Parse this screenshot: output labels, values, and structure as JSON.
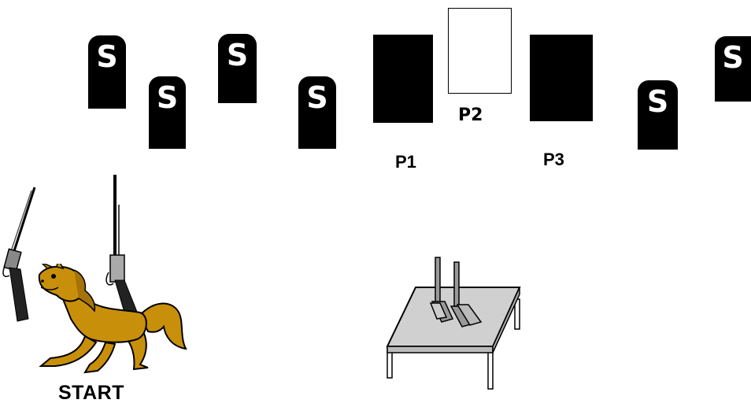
{
  "targets": [
    {
      "label": "S"
    },
    {
      "label": "S"
    },
    {
      "label": "S"
    },
    {
      "label": "S"
    },
    {
      "label": "S"
    },
    {
      "label": "S"
    }
  ],
  "panels": {
    "p1": {
      "label": "P1"
    },
    "p2": {
      "label": "P2"
    },
    "p3": {
      "label": "P3"
    }
  },
  "start_label": "START",
  "colors": {
    "stone": "#000000",
    "horse": "#c8900a",
    "table_top": "#d0d0d0"
  }
}
